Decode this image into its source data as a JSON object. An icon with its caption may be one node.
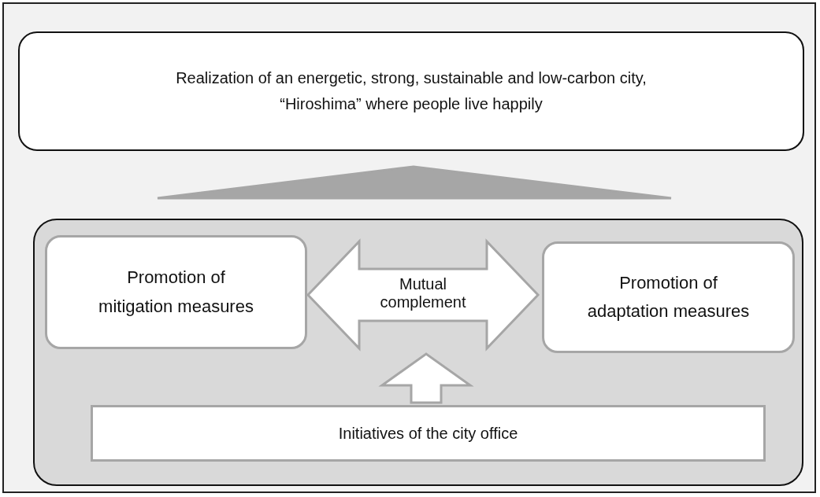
{
  "diagram": {
    "nodes": [
      {
        "text": [
          "Realization of an energetic, strong, sustainable and low-carbon city, “Hiroshima” where people live happily"
        ]
      },
      {
        "text": [],
        "shape": "box"
      },
      {
        "text": [
          "Promotion of mitigation measures"
        ],
        "in": 1
      },
      {
        "text": [
          "Promotion of adaptation measures"
        ],
        "in": 1
      },
      {
        "text": [
          "Initiatives of the city office"
        ],
        "in": 1
      }
    ],
    "edges": [
      {
        "from": 1,
        "to": 0,
        "arrow": "to"
      },
      {
        "from": 2,
        "to": 3,
        "arrow": "both",
        "label": "Mutual complement"
      },
      {
        "from": 4,
        "to": null,
        "arrow": "to"
      }
    ]
  }
}
